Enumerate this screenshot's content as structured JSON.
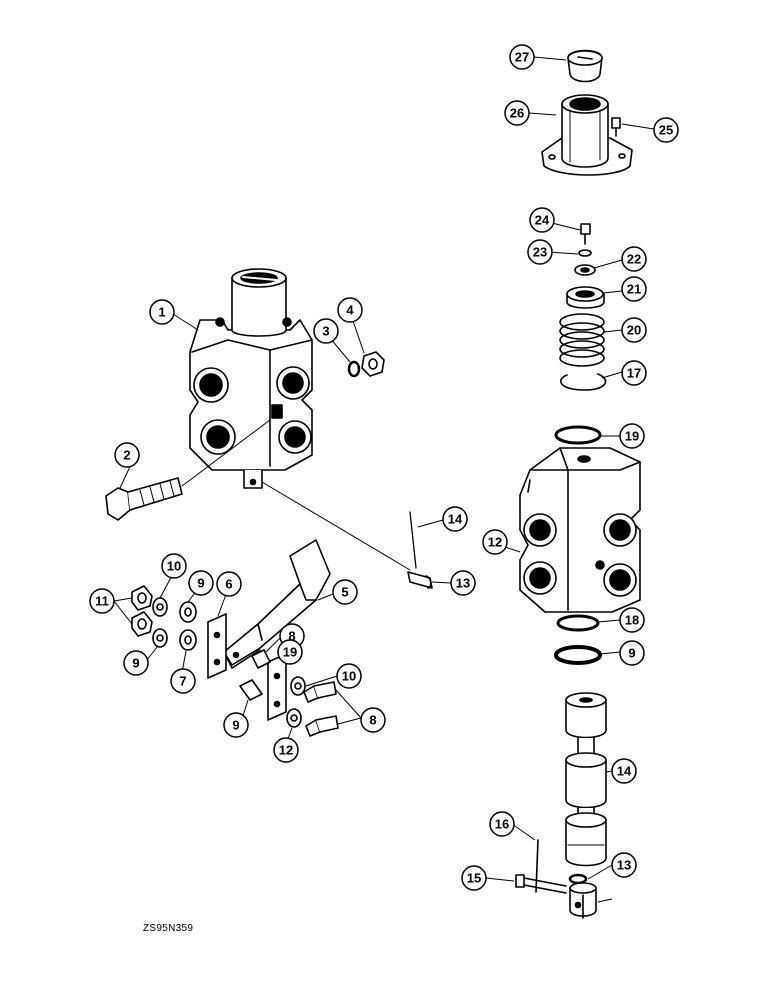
{
  "diagram": {
    "drawing_code": "ZS95N359",
    "callouts": [
      "27",
      "26",
      "25",
      "24",
      "23",
      "22",
      "21",
      "20",
      "17",
      "19",
      "1",
      "4",
      "3",
      "2",
      "14",
      "12",
      "13",
      "5",
      "10",
      "9",
      "6",
      "11",
      "8",
      "19",
      "18",
      "9",
      "10",
      "9",
      "7",
      "8",
      "9",
      "12",
      "14",
      "16",
      "13",
      "15"
    ]
  }
}
